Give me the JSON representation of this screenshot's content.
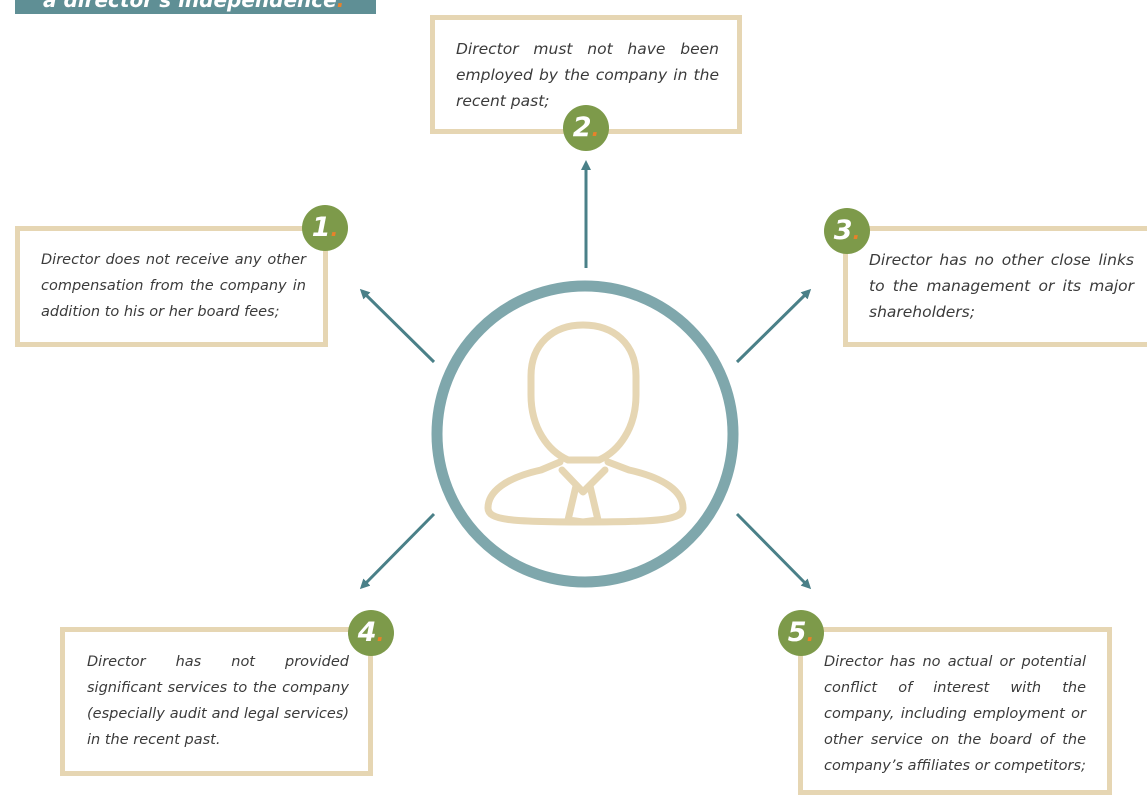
{
  "title": {
    "text": "a director's independence",
    "dot": "."
  },
  "colors": {
    "banner": "#5f8f95",
    "box_border": "#e6d6b3",
    "badge": "#7d9a4a",
    "dot_accent": "#e8822a",
    "circle": "#7fa7ac",
    "arrow": "#4a8088",
    "person": "#e6d6b3"
  },
  "criteria": [
    {
      "number": "1",
      "dot": ".",
      "text": "Director does not receive any other compensation from the company in addition to his or her board fees;"
    },
    {
      "number": "2",
      "dot": ".",
      "text": "Director must not have been employed by the company in the recent past;"
    },
    {
      "number": "3",
      "dot": ".",
      "text": "Director has no other close links to the management or its major shareholders;"
    },
    {
      "number": "4",
      "dot": ".",
      "text": "Director has not provided significant services to the company (especially audit and legal services) in the recent past."
    },
    {
      "number": "5",
      "dot": ".",
      "text": "Director has no actual or potential conflict of interest with the company, including employment or other service on the board of the company’s affiliates or competitors;"
    }
  ],
  "center_icon": "person-silhouette-icon"
}
